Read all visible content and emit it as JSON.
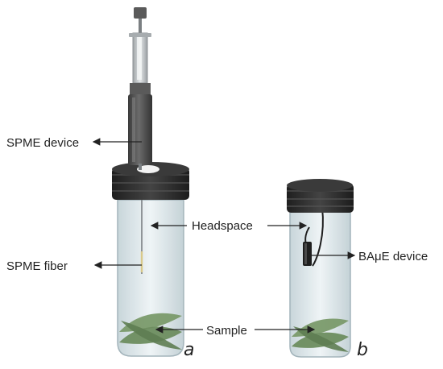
{
  "labels": {
    "spme_device": "SPME device",
    "spme_fiber": "SPME fiber",
    "headspace": "Headspace",
    "bamue_device": "BAμE device",
    "sample": "Sample"
  },
  "panels": {
    "a": "a",
    "b": "b"
  },
  "colors": {
    "cap": "#2b2b2b",
    "glass": "#dfe9ec",
    "glass_edge": "#9fb1b8",
    "barrel": "#4d4d4d",
    "leaf": "#7a9a6a",
    "leaf_dark": "#5e7d52",
    "syringe": "#c9ccce",
    "arrow": "#222222"
  }
}
